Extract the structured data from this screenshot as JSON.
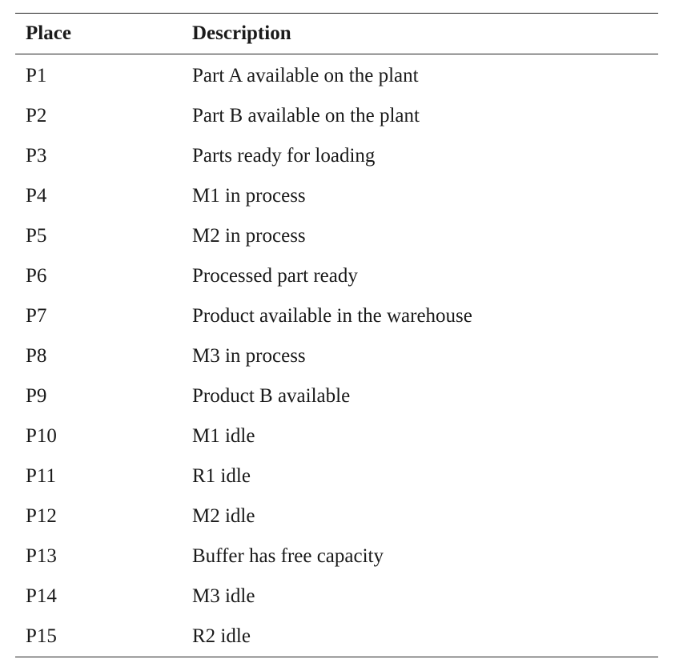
{
  "table": {
    "headers": [
      "Place",
      "Description"
    ],
    "rows": [
      [
        "P1",
        "Part A available on the plant"
      ],
      [
        "P2",
        "Part B available on the plant"
      ],
      [
        "P3",
        "Parts ready for loading"
      ],
      [
        "P4",
        "M1 in process"
      ],
      [
        "P5",
        "M2 in process"
      ],
      [
        "P6",
        "Processed part ready"
      ],
      [
        "P7",
        "Product available in the warehouse"
      ],
      [
        "P8",
        "M3 in process"
      ],
      [
        "P9",
        "Product B available"
      ],
      [
        "P10",
        "M1 idle"
      ],
      [
        "P11",
        "R1 idle"
      ],
      [
        "P12",
        "M2 idle"
      ],
      [
        "P13",
        "Buffer has free capacity"
      ],
      [
        "P14",
        "M3 idle"
      ],
      [
        "P15",
        "R2 idle"
      ]
    ]
  }
}
